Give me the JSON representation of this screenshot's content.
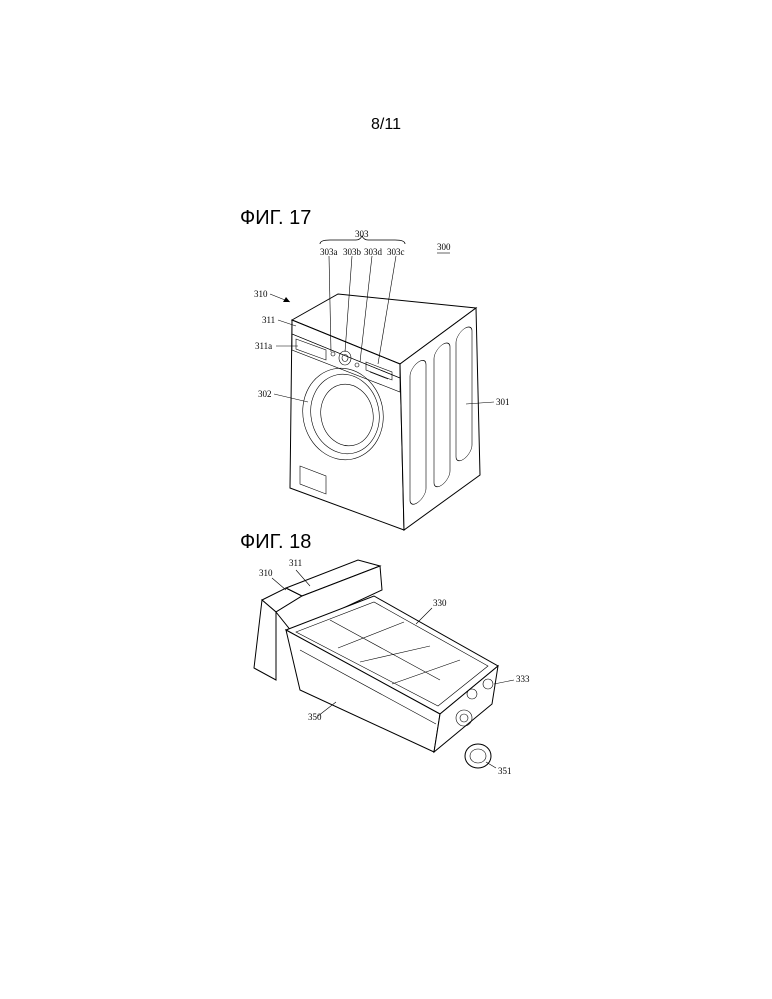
{
  "page": {
    "number": "8/11"
  },
  "fig17": {
    "title": "ФИГ. 17",
    "labels": {
      "r300": "300",
      "r303": "303",
      "r303a": "303a",
      "r303b": "303b",
      "r303d": "303d",
      "r303c": "303c",
      "r310": "310",
      "r311": "311",
      "r311a": "311a",
      "r302": "302",
      "r301": "301"
    }
  },
  "fig18": {
    "title": "ФИГ. 18",
    "labels": {
      "r311": "311",
      "r310": "310",
      "r330": "330",
      "r333": "333",
      "r350": "350",
      "r351": "351"
    }
  }
}
